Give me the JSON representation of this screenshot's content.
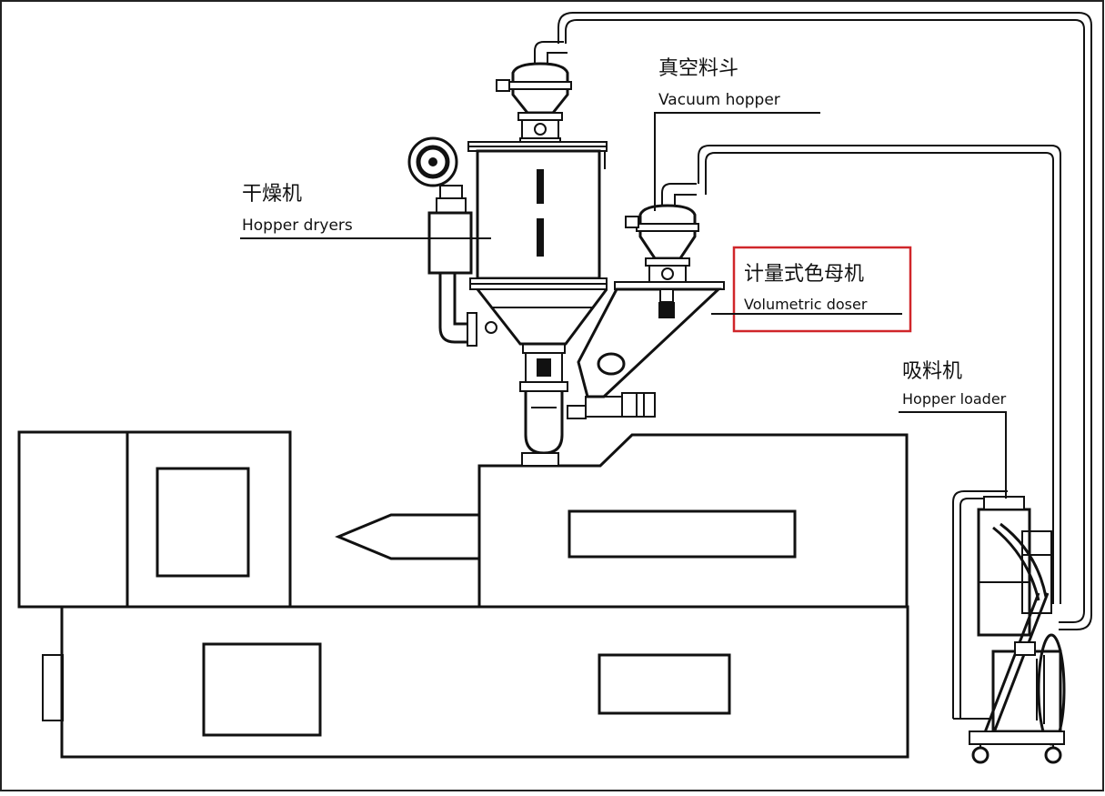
{
  "labels": {
    "vacuum_hopper": {
      "zh": "真空料斗",
      "en": "Vacuum hopper"
    },
    "hopper_dryers": {
      "zh": "干燥机",
      "en": "Hopper dryers"
    },
    "volumetric_doser": {
      "zh": "计量式色母机",
      "en": "Volumetric doser"
    },
    "hopper_loader": {
      "zh": "吸料机",
      "en": "Hopper loader"
    }
  },
  "highlight": {
    "target": "volumetric_doser",
    "color": "#d0262a"
  },
  "colors": {
    "line": "#111111",
    "background": "#ffffff"
  }
}
